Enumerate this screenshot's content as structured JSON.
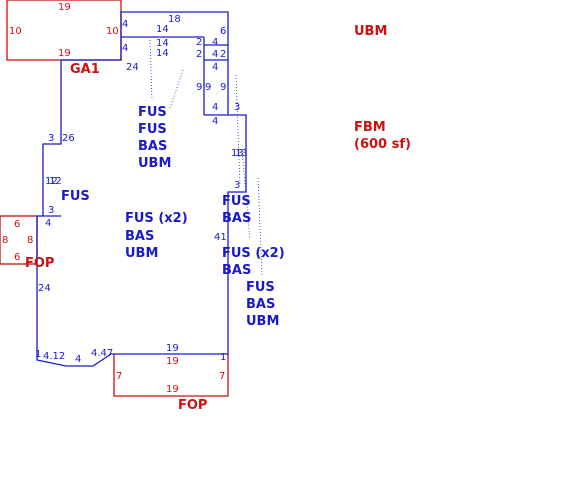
{
  "colors": {
    "blue": "#1a1acc",
    "red": "#cc1111",
    "dot": "#3333cc"
  },
  "areas": {
    "ubm_top": "UBM",
    "fbm": "FBM",
    "fbm_sf": "(600 sf)",
    "ga1": "GA1",
    "fop_left": "FOP",
    "fop_bottom": "FOP"
  },
  "stacks": {
    "top": [
      "FUS",
      "FUS",
      "BAS",
      "UBM"
    ],
    "left": [
      "FUS"
    ],
    "center": [
      "FUS (x2)",
      "BAS",
      "UBM"
    ],
    "right_a": [
      "FUS",
      "BAS"
    ],
    "right_b": [
      "FUS (x2)",
      "BAS"
    ],
    "right_c": [
      "FUS",
      "BAS",
      "UBM"
    ]
  },
  "dims": {
    "ga_top": "19",
    "ga_bottom": "19",
    "ga_left": "10",
    "ga_right": "10",
    "t18": "18",
    "t6": "6",
    "t4a": "4",
    "t4b": "4",
    "t14a": "14",
    "t14b": "14",
    "t14c": "14",
    "t2a": "2",
    "t2b": "2",
    "t4c": "4",
    "t4d": "4",
    "t2c": "2",
    "t24": "24",
    "t4e": "4",
    "n9a": "9",
    "n9b": "9",
    "n9c": "9",
    "r4a": "4",
    "r3a": "3",
    "r4b": "4",
    "r13a": "13",
    "r13b": "13",
    "r3b": "3",
    "r41": "41",
    "r1": "1",
    "b19": "19",
    "b1": "1",
    "bl1": "1",
    "bl412": "4.12",
    "bl4": "4",
    "bl447": "4.47",
    "l3a": "3",
    "l26": "26",
    "l12a": "12",
    "l12b": "12",
    "l3b": "3",
    "l4": "4",
    "l24": "24",
    "fl6a": "6",
    "fl8a": "8",
    "fl8b": "8",
    "fl6b": "6",
    "fb19a": "19",
    "fb7a": "7",
    "fb7b": "7",
    "fb19b": "19"
  }
}
